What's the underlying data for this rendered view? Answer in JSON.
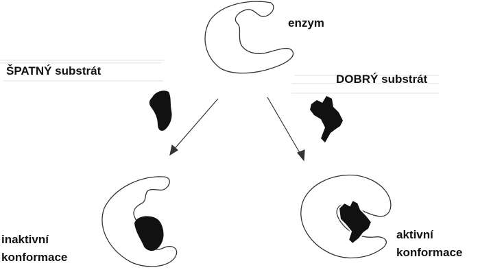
{
  "labels": {
    "enzyme": "enzym",
    "bad_substrate": "ŠPATNÝ substrát",
    "good_substrate": "DOBRÝ substrát",
    "inactive_line1": "inaktivní",
    "inactive_line2": "konformace",
    "active_line1": "aktivní",
    "active_line2": "konformace"
  },
  "colors": {
    "outline": "#333333",
    "substrate": "#111111",
    "arrow": "#333333",
    "faint_line": "#e2e2e2",
    "text": "#111111"
  }
}
